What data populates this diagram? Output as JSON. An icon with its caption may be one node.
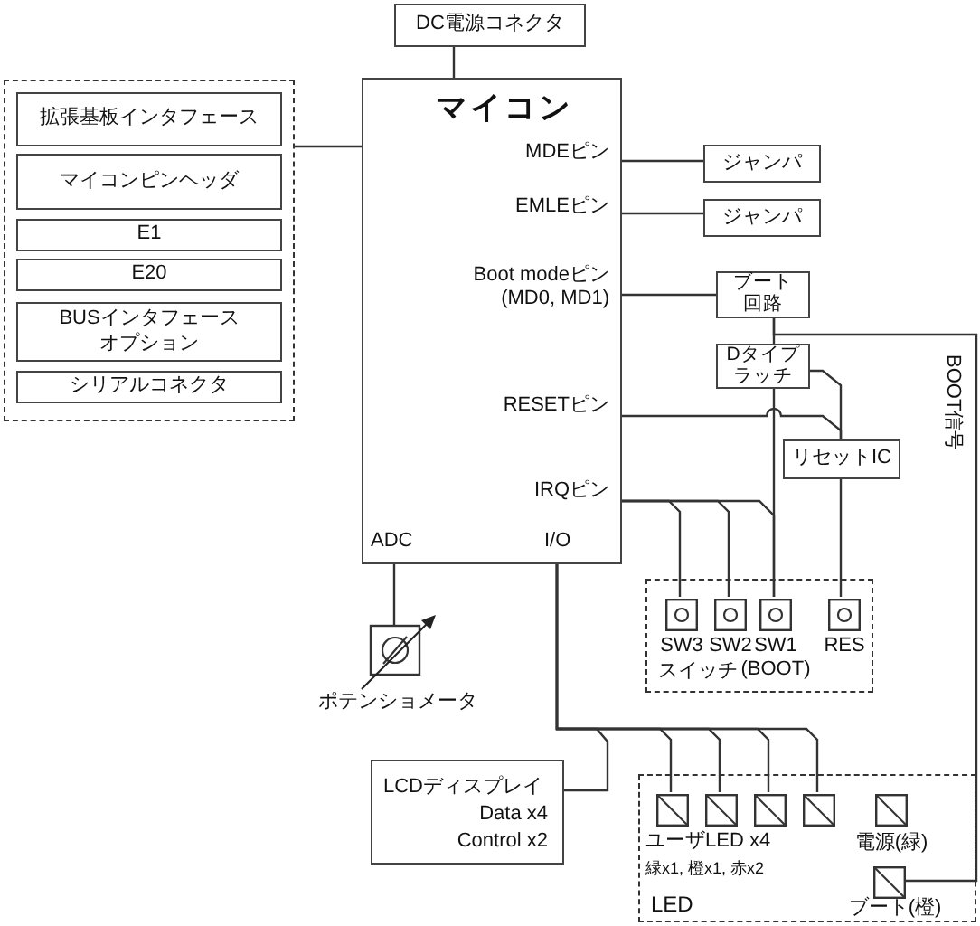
{
  "diagram": {
    "nodes": [
      {
        "text": [
          "DC電源コネクタ"
        ]
      },
      {
        "text": [],
        "shape": "box"
      },
      {
        "text": [
          "拡張基板インタフェース"
        ],
        "in": 1
      },
      {
        "text": [
          "マイコンピンヘッダ"
        ],
        "in": 1
      },
      {
        "text": [
          "E1"
        ],
        "in": 1
      },
      {
        "text": [
          "E20"
        ],
        "in": 1
      },
      {
        "text": [
          "BUSインタフェースオプション"
        ],
        "in": 1
      },
      {
        "text": [
          "シリアルコネクタ"
        ],
        "in": 1
      },
      {
        "text": [
          "マイコン",
          "MDEピン",
          "EMLEピン",
          "Boot modeピン (MD0, MD1)",
          "RESETピン",
          "IRQピン",
          "ADC",
          "I/O"
        ]
      },
      {
        "text": [
          "ジャンパ"
        ]
      },
      {
        "text": [
          "ジャンパ"
        ]
      },
      {
        "text": [
          "ブート回路"
        ]
      },
      {
        "text": [
          "Dタイプラッチ"
        ]
      },
      {
        "text": [
          "リセットIC"
        ]
      },
      {
        "text": [
          "スイッチ"
        ]
      },
      {
        "text": [
          "SW3"
        ],
        "in": 14
      },
      {
        "text": [
          "SW2"
        ],
        "in": 14
      },
      {
        "text": [
          "SW1 (BOOT)"
        ],
        "in": 14
      },
      {
        "text": [
          "RES"
        ],
        "in": 14
      },
      {
        "text": [
          "ポテンショメータ"
        ]
      },
      {
        "text": [
          "LCDディスプレイ",
          "Data x4",
          "Control x2"
        ]
      },
      {
        "text": [
          "ユーザLED x4",
          "緑x1, 橙x1, 赤x2",
          "LED"
        ]
      },
      {
        "text": [],
        "shape": "box",
        "in": 21
      },
      {
        "text": [],
        "shape": "box",
        "in": 21
      },
      {
        "text": [],
        "shape": "box",
        "in": 21
      },
      {
        "text": [],
        "shape": "box",
        "in": 21
      },
      {
        "text": [
          "電源(緑)"
        ],
        "in": 21
      },
      {
        "text": [
          "ブート(橙)"
        ],
        "in": 21
      }
    ],
    "edges": [
      {
        "from": 0,
        "to": 8,
        "arrow": "none"
      },
      {
        "from": 1,
        "to": 8,
        "arrow": "none"
      },
      {
        "from": 8,
        "to": 9,
        "arrow": "none"
      },
      {
        "from": 8,
        "to": 10,
        "arrow": "none"
      },
      {
        "from": 8,
        "to": 11,
        "arrow": "none"
      },
      {
        "from": 11,
        "to": 12,
        "arrow": "none"
      },
      {
        "from": 11,
        "to": 27,
        "arrow": "none",
        "label": "BOOT信号"
      },
      {
        "from": 8,
        "to": 13,
        "arrow": "none"
      },
      {
        "from": 12,
        "to": 13,
        "arrow": "none"
      },
      {
        "from": 13,
        "to": 18,
        "arrow": "none"
      },
      {
        "from": 12,
        "to": 17,
        "arrow": "none"
      },
      {
        "from": 8,
        "to": 15,
        "arrow": "none"
      },
      {
        "from": 8,
        "to": 16,
        "arrow": "none"
      },
      {
        "from": 8,
        "to": 17,
        "arrow": "none"
      },
      {
        "from": 8,
        "to": 19,
        "arrow": "none"
      },
      {
        "from": 8,
        "to": 20,
        "arrow": "none"
      },
      {
        "from": 8,
        "to": 22,
        "arrow": "none"
      },
      {
        "from": 8,
        "to": 23,
        "arrow": "none"
      },
      {
        "from": 8,
        "to": 24,
        "arrow": "none"
      },
      {
        "from": 8,
        "to": 25,
        "arrow": "none"
      }
    ]
  }
}
